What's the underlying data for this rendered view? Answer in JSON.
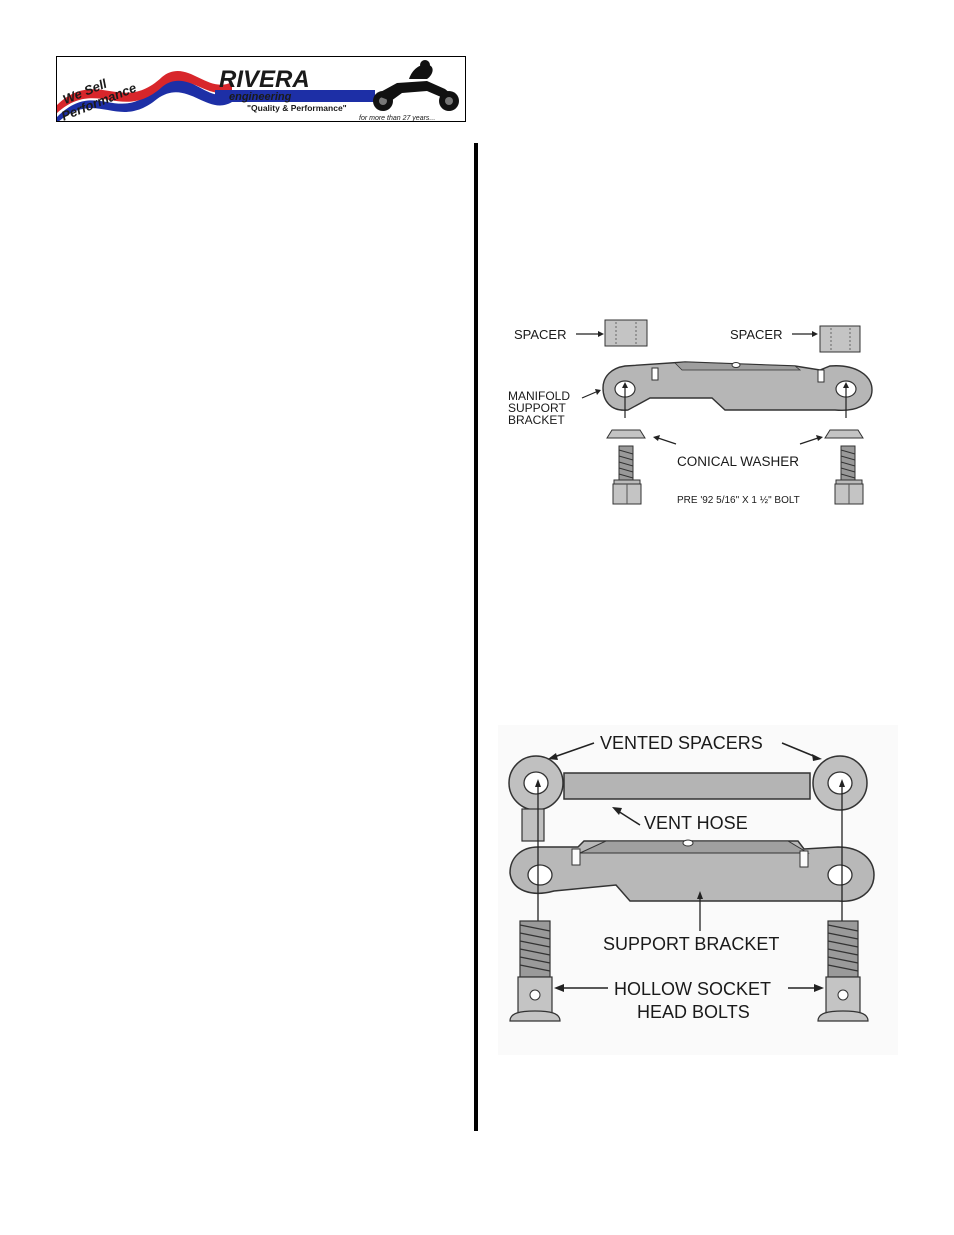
{
  "logo": {
    "slogan_line1": "We Sell",
    "slogan_line2": "Performance",
    "brand": "RIVERA",
    "sub": "engineering",
    "tagline": "\"Quality & Performance\"",
    "years": "for more than 27 years..."
  },
  "figure1": {
    "spacer_left": "SPACER",
    "spacer_right": "SPACER",
    "bracket_line1": "MANIFOLD",
    "bracket_line2": "SUPPORT",
    "bracket_line3": "BRACKET",
    "washer": "CONICAL WASHER",
    "bolt": "PRE '92 5/16\" X 1 ½\" BOLT"
  },
  "figure2": {
    "spacers": "VENTED SPACERS",
    "hose": "VENT HOSE",
    "bracket": "SUPPORT BRACKET",
    "bolts_line1": "HOLLOW SOCKET",
    "bolts_line2": "HEAD BOLTS"
  }
}
